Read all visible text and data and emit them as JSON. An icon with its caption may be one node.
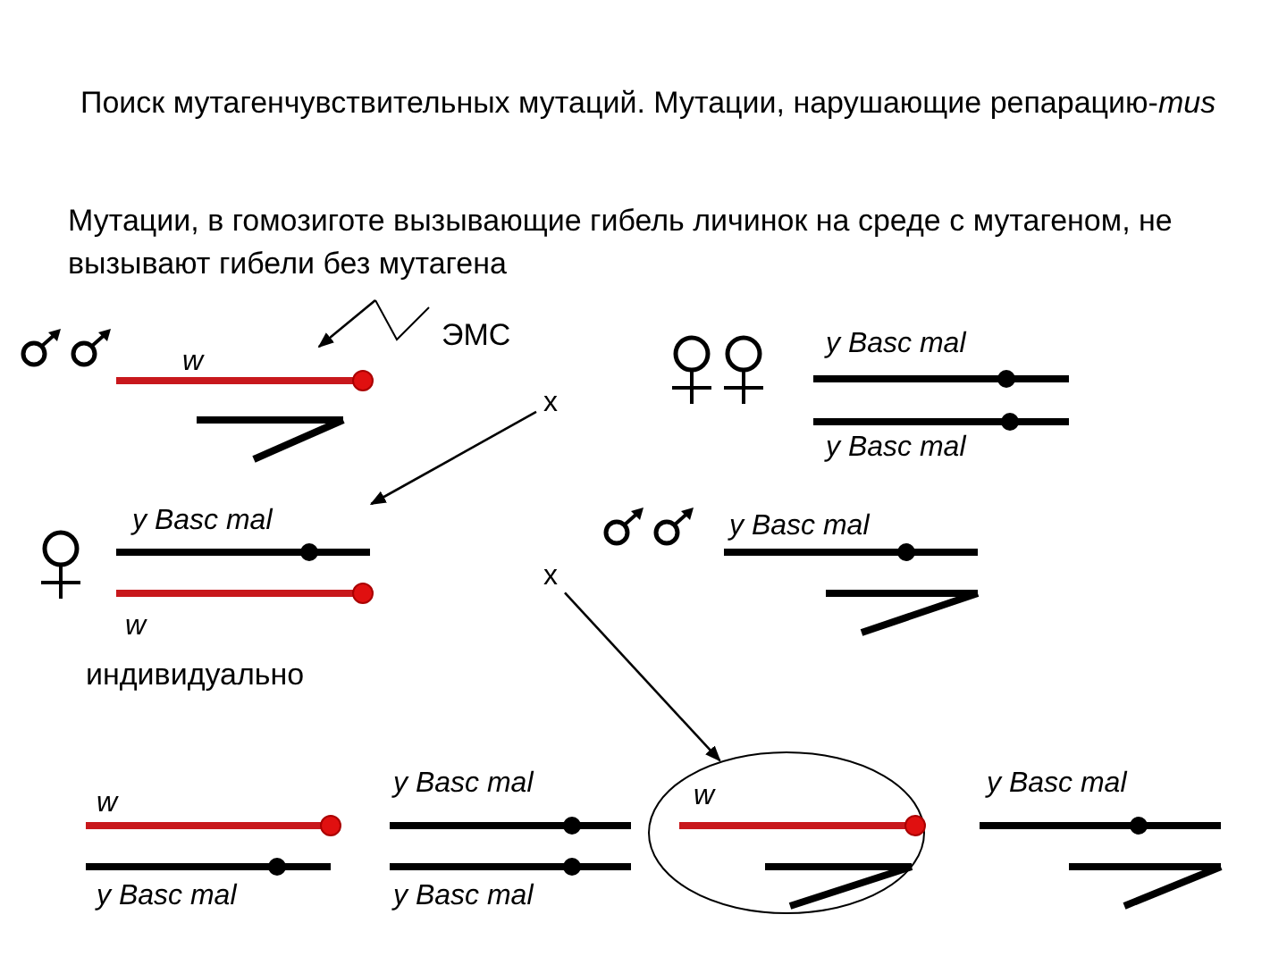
{
  "diagram": {
    "title": "Поиск мутагенчувствительных мутаций. Мутации, нарушающие репарацию-*mus*",
    "nodes": [
      {
        "text": [
          "w"
        ]
      },
      {
        "text": [
          "x"
        ]
      },
      {
        "text": [
          "y Basc mal",
          "y Basc mal"
        ]
      },
      {
        "text": [
          "y Basc mal",
          "w"
        ]
      },
      {
        "text": [
          "x"
        ]
      },
      {
        "text": [
          "y Basc mal"
        ]
      },
      {
        "text": [
          "w",
          "y Basc mal"
        ]
      },
      {
        "text": [
          "y Basc mal",
          "y Basc mal"
        ]
      },
      {
        "text": [
          "w"
        ]
      },
      {
        "text": [
          "y Basc mal"
        ]
      }
    ],
    "edges": [
      {
        "from": null,
        "to": 0,
        "arrow": "to"
      },
      {
        "from": 1,
        "to": 3,
        "arrow": "to"
      },
      {
        "from": 4,
        "to": 8,
        "arrow": "to"
      }
    ],
    "labels": [
      "Мутации, в гомозиготе вызывающие гибель личинок на среде с мутагеном, не вызывают гибели без мутагена",
      "ЭМС",
      "индивидуально"
    ]
  }
}
